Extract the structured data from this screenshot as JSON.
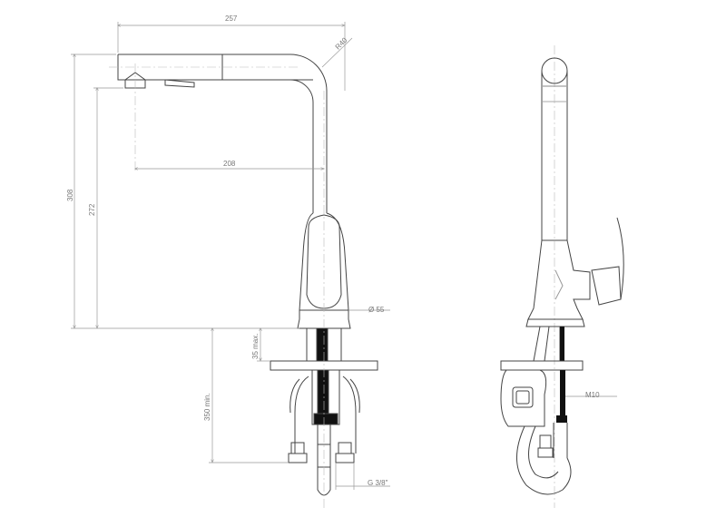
{
  "drawing": {
    "title": "Kitchen faucet technical drawing",
    "views": [
      "front-view",
      "side-view"
    ],
    "colors": {
      "outline": "#444444",
      "dimension": "#9a9a9a",
      "text": "#777777",
      "hose": "#111111",
      "centerline": "#bbbbbb"
    }
  },
  "dimensions": {
    "width_total": "257",
    "radius": "R40",
    "spout_reach": "208",
    "height_total": "308",
    "height_spout": "272",
    "base_diameter": "Ø 55",
    "deck_thickness": "35 max.",
    "hose_length": "350 min.",
    "connection_thread": "G 3/8\"",
    "stud_thread": "M10"
  }
}
